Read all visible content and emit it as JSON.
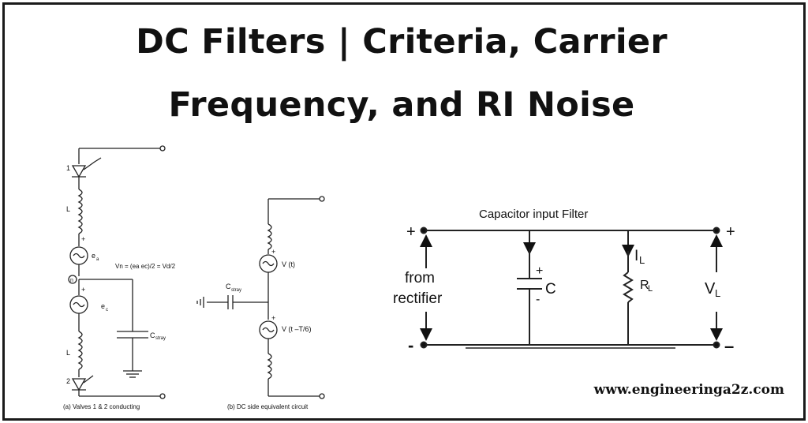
{
  "title": {
    "line1": "DC Filters | Criteria, Carrier",
    "line2": "Frequency, and RI Noise"
  },
  "website": "www.engineeringa2z.com",
  "diagram_a": {
    "caption": "(a) Valves 1 & 2 conducting",
    "label_valve1": "1",
    "label_valve2": "2",
    "label_L_top": "L",
    "label_L_bottom": "L",
    "label_ea": "e",
    "label_ea_sub": "a",
    "label_ec": "e",
    "label_ec_sub": "c",
    "label_n": "n",
    "label_cstray": "C",
    "label_cstray_sub": "stray",
    "equation": "Vn = (ea ec)/2 = Vd/2",
    "plus": "+"
  },
  "diagram_b": {
    "caption": "(b) DC side equivalent circuit",
    "label_vt": "V (t)",
    "label_vt2": "V (t –T/6)",
    "label_cstray": "C",
    "label_cstray_sub": "stray",
    "plus": "+"
  },
  "diagram_c": {
    "title": "Capacitor input Filter",
    "plus_left": "+",
    "minus_left": "-",
    "plus_right": "+",
    "minus_right": "–",
    "from_line1": "from",
    "from_line2": "rectifier",
    "cap_label": "C",
    "cap_plus": "+",
    "cap_minus": "-",
    "current_label": "I",
    "current_sub": "L",
    "res_label": "R",
    "res_sub": "L",
    "vout_label": "V",
    "vout_sub": "L"
  }
}
